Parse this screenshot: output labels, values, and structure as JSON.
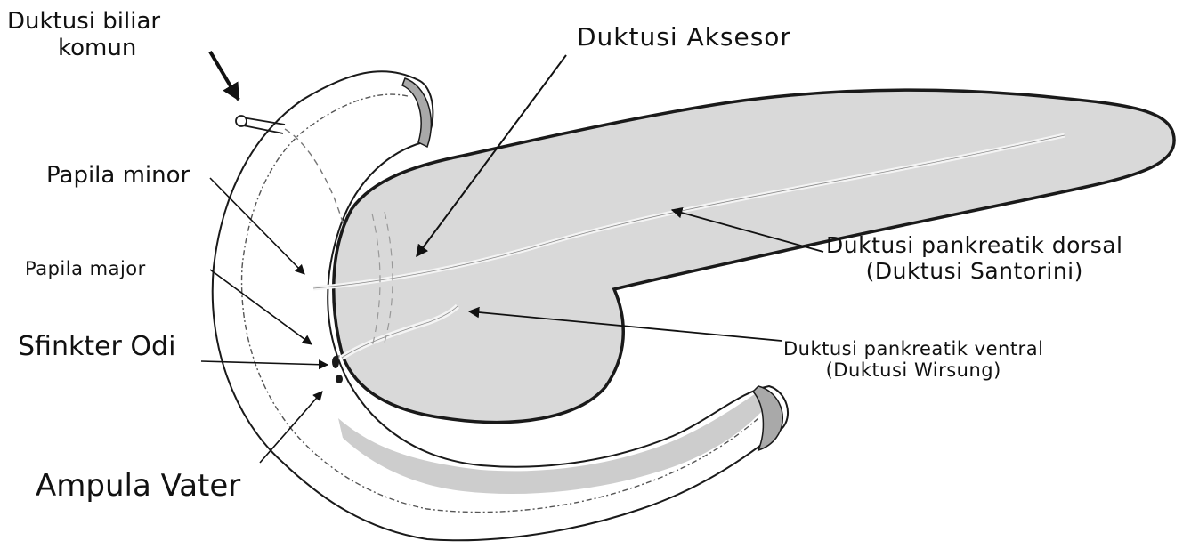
{
  "labels": {
    "common_bile_duct": {
      "line1": "Duktusi biliar",
      "line2": "komun"
    },
    "accessory_duct": "Duktusi Aksesor",
    "minor_papilla": "Papila minor",
    "major_papilla": "Papila major",
    "sphincter_oddi": "Sfinkter Odi",
    "ampulla_vater": "Ampula Vater",
    "dorsal_duct": {
      "line1": "Duktusi pankreatik dorsal",
      "line2": "(Duktusi Santorini)"
    },
    "ventral_duct": {
      "line1": "Duktusi pankreatik ventral",
      "line2": "(Duktusi Wirsung)"
    }
  },
  "colors": {
    "pancreas_fill": "#d9d9d9",
    "outline": "#1a1a1a",
    "duodenum_wall": "#ffffff",
    "mucosa_shadow": "#c8c8c8",
    "duct": "#f4f4f4"
  }
}
